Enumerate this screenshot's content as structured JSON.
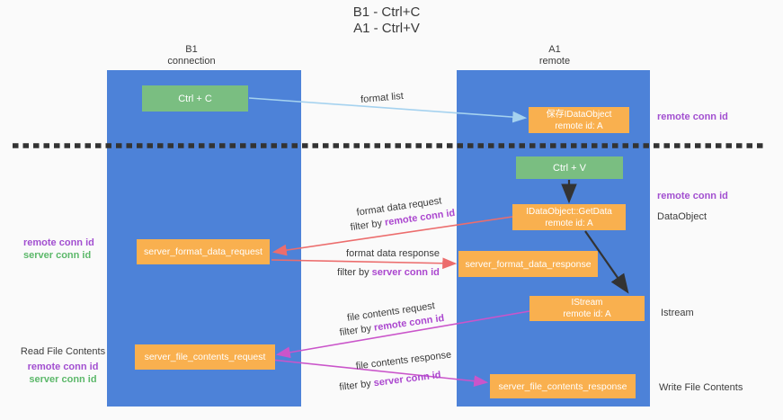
{
  "title": {
    "line1": "B1 - Ctrl+C",
    "line2": "A1 - Ctrl+V"
  },
  "columns": {
    "left": {
      "title": "B1",
      "subtitle": "connection"
    },
    "right": {
      "title": "A1",
      "subtitle": "remote"
    }
  },
  "nodes": {
    "ctrl_c": {
      "label": "Ctrl + C"
    },
    "ctrl_v": {
      "label": "Ctrl + V"
    },
    "save_dataobject": {
      "line1": "保存IDataObject",
      "line2": "remote id: A"
    },
    "getdata": {
      "line1": "IDataObject::GetData",
      "line2": "remote id: A"
    },
    "istream": {
      "line1": "IStream",
      "line2": "remote id: A"
    },
    "server_format_data_request": {
      "label": "server_format_data_request"
    },
    "server_format_data_response": {
      "label": "server_format_data_response"
    },
    "server_file_contents_request": {
      "label": "server_file_contents_request"
    },
    "server_file_contents_response": {
      "label": "server_file_contents_response"
    }
  },
  "edge_labels": {
    "format_list": "format list",
    "format_request": {
      "line1": "format data request",
      "prefix": "filter by ",
      "key": "remote conn id"
    },
    "format_response": {
      "line1": "format data response",
      "prefix": "filter by ",
      "key": "server conn id"
    },
    "file_request": {
      "line1": "file contents request",
      "prefix": "filter by ",
      "key": "remote conn id"
    },
    "file_response": {
      "line1": "file contents response",
      "prefix": "filter by ",
      "key": "server conn id"
    }
  },
  "side_labels": {
    "right_top_remote": "remote conn id",
    "right_mid_remote": "remote conn id",
    "right_dataobject": "DataObject",
    "right_istream": "Istream",
    "right_write": "Write File Contents",
    "left_format_remote": "remote conn id",
    "left_format_server": "server conn id",
    "left_read": "Read File Contents",
    "left_file_remote": "remote conn id",
    "left_file_server": "server conn id"
  },
  "colors": {
    "column_blue": "#4d82d8",
    "box_green": "#7abe81",
    "box_orange": "#f9b04f",
    "arrow_lightblue": "#a5d2ef",
    "arrow_black": "#333333",
    "arrow_salmon": "#ec6d6d",
    "arrow_magenta": "#ca55ca",
    "label_purple": "#a24fd0",
    "label_green": "#5cb86a"
  }
}
